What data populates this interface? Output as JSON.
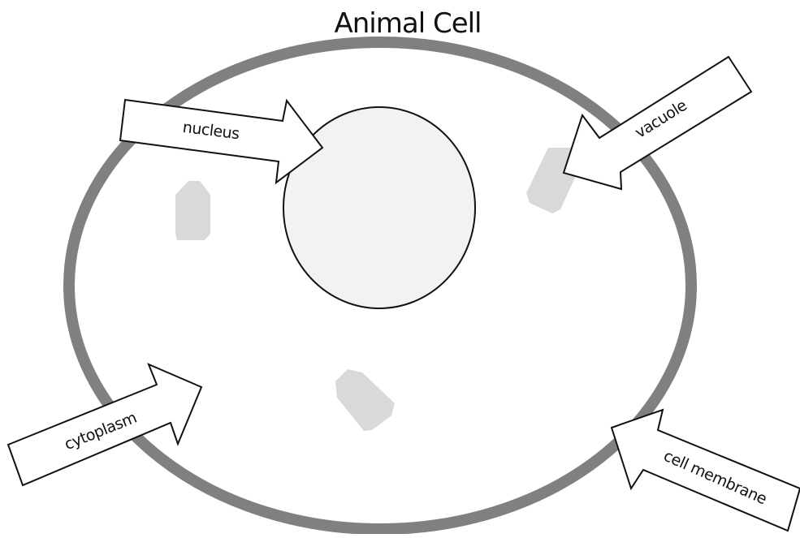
{
  "title": "Animal Cell",
  "labels": {
    "nucleus": "nucleus",
    "vacuole": "vacuole",
    "cytoplasm": "cytoplasm",
    "cell_membrane": "cell membrane"
  },
  "colors": {
    "membrane": "#808080",
    "nucleus_fill": "#f2f2f2",
    "organelle_fill": "#d9d9d9",
    "arrow_fill": "#ffffff",
    "outline": "#111111"
  }
}
